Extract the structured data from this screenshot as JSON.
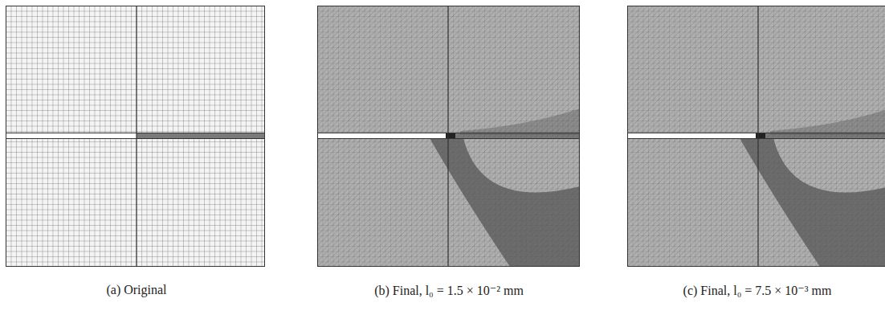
{
  "diagram": {
    "labels": [
      "(a) Original",
      "(b) Final, l₀ = 1.5 × 10⁻² mm",
      "(c) Final, l₀ = 7.5 × 10⁻³ mm"
    ]
  }
}
